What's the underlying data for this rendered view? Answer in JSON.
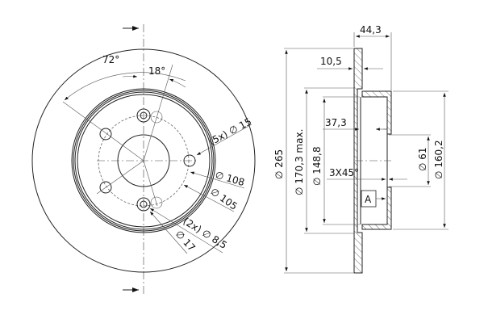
{
  "front_view": {
    "angle_72": "72°",
    "angle_18": "18°",
    "holes_15": "(5x) ∅ 15",
    "pcd_108": "∅ 108",
    "pcd_105": "∅ 105",
    "holes_8_5": "(2x) ∅ 8,5",
    "dia_17": "∅ 17"
  },
  "side_view": {
    "height_44_3": "44,3",
    "thickness_10_5": "10,5",
    "depth_37_3": "37,3",
    "chamfer": "3X45°",
    "dia_265": "∅ 265",
    "dia_170_3": "∅ 170,3 max.",
    "dia_148_8": "∅ 148,8",
    "dia_61": "∅ 61",
    "dia_160_2": "∅ 160,2",
    "datum": "A"
  },
  "colors": {
    "line": "#222222",
    "background": "#ffffff"
  }
}
